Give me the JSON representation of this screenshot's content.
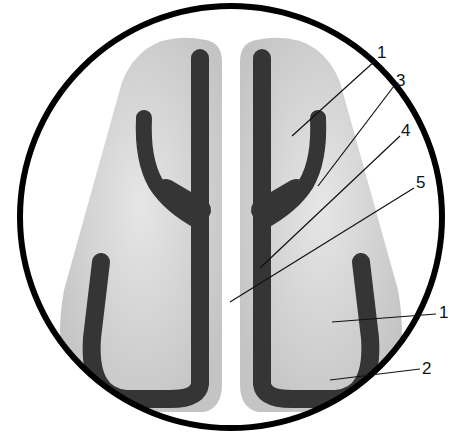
{
  "diagram": {
    "labels": [
      "1",
      "3",
      "4",
      "5",
      "1",
      "2"
    ]
  }
}
